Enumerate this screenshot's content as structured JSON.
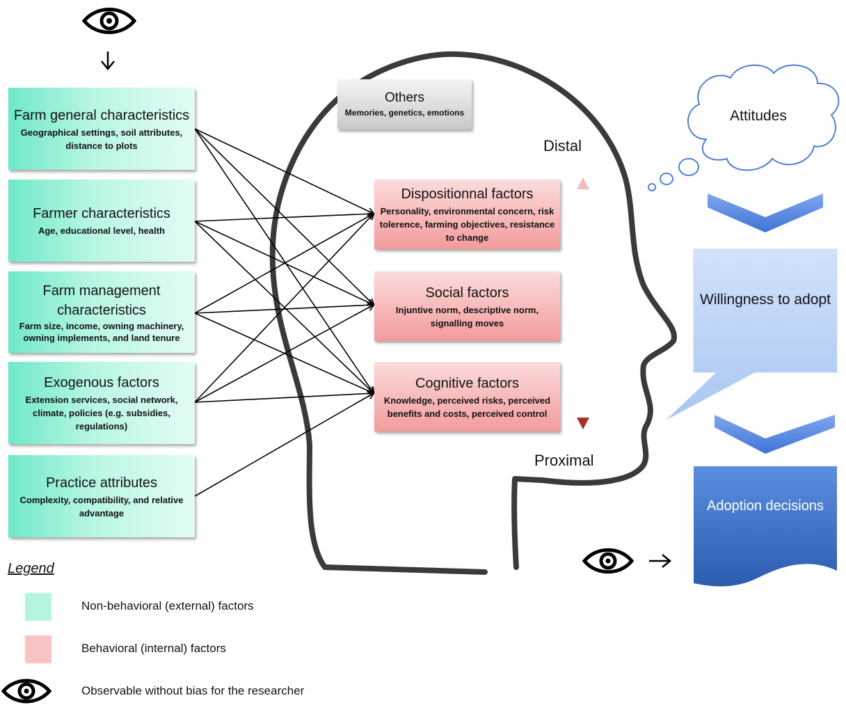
{
  "factors": {
    "external": [
      {
        "title": "Farm general characteristics",
        "detail": "Geographical settings, soil attributes, distance to plots"
      },
      {
        "title": "Farmer characteristics",
        "detail": "Age, educational level, health"
      },
      {
        "title": "Farm management characteristics",
        "detail": "Farm size, income, owning machinery, owning implements, and land tenure"
      },
      {
        "title": "Exogenous factors",
        "detail": "Extension services, social network, climate, policies (e.g. subsidies, regulations)"
      },
      {
        "title": "Practice attributes",
        "detail": "Complexity, compatibility, and relative advantage"
      }
    ],
    "internal": [
      {
        "title": "Dispositionnal factors",
        "detail": "Personality, environmental concern, risk tolerence, farming objectives, resistance to change"
      },
      {
        "title": "Social factors",
        "detail": "Injuntive norm, descriptive norm, signalling moves"
      },
      {
        "title": "Cognitive factors",
        "detail": "Knowledge, perceived risks, perceived benefits and costs, perceived control"
      }
    ],
    "others": {
      "title": "Others",
      "detail": "Memories, genetics, emotions"
    }
  },
  "scale": {
    "top": "Distal",
    "bottom": "Proximal"
  },
  "outcomes": {
    "attitudes": "Attitudes",
    "willingness": "Willingness to adopt",
    "adoption": "Adoption decisions"
  },
  "legend": {
    "title": "Legend",
    "external_label": "Non-behavioral (external) factors",
    "internal_label": "Behavioral (internal) factors",
    "observable_label": "Observable without bias for the researcher"
  },
  "icons": [
    "eye-icon",
    "down-arrow-icon",
    "right-arrow-icon",
    "thought-cloud",
    "chevron-down-icon"
  ],
  "colors": {
    "external": "#9ff0d8",
    "internal": "#f7b5b5",
    "others": "#d9d9d9",
    "willingness": "#bcd4f7",
    "adoption": "#3f73c8",
    "head_outline": "#3a3a3a",
    "scale_arrow": "#c85b5b"
  }
}
